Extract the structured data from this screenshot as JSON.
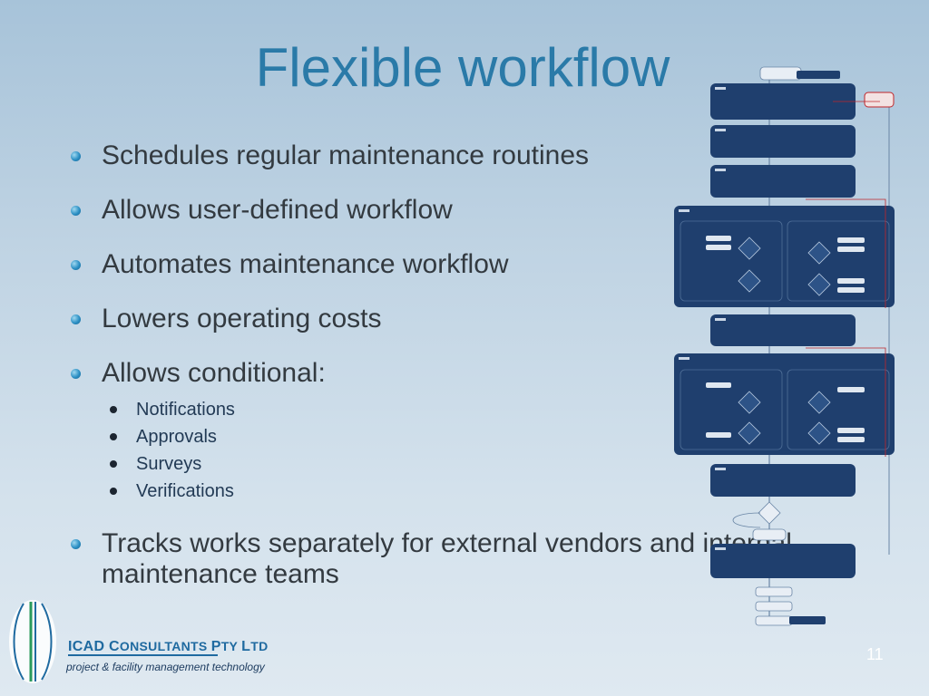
{
  "slide": {
    "title": "Flexible workflow",
    "page_number": "11"
  },
  "bullets": [
    {
      "text": "Schedules regular maintenance routines"
    },
    {
      "text": "Allows user-defined workflow"
    },
    {
      "text": "Automates maintenance workflow"
    },
    {
      "text": "Lowers operating costs"
    },
    {
      "text": "Allows conditional:",
      "sub": [
        "Notifications",
        "Approvals",
        "Surveys",
        "Verifications"
      ]
    },
    {
      "text": "Tracks works separately for external vendors and internal maintenance teams"
    }
  ],
  "logo": {
    "company_prefix": "ICAD C",
    "company_word1": "ONSULTANTS",
    "company_word2_cap": "P",
    "company_word2": "TY",
    "company_word3_cap": "L",
    "company_word3": "TD",
    "tagline": "project & facility management technology"
  },
  "colors": {
    "title": "#2a7aa8",
    "bullet": "#2b8fc4",
    "flow_box": "#1f3f6e",
    "flow_line": "#6a86a6",
    "flow_red": "#c0262b"
  }
}
